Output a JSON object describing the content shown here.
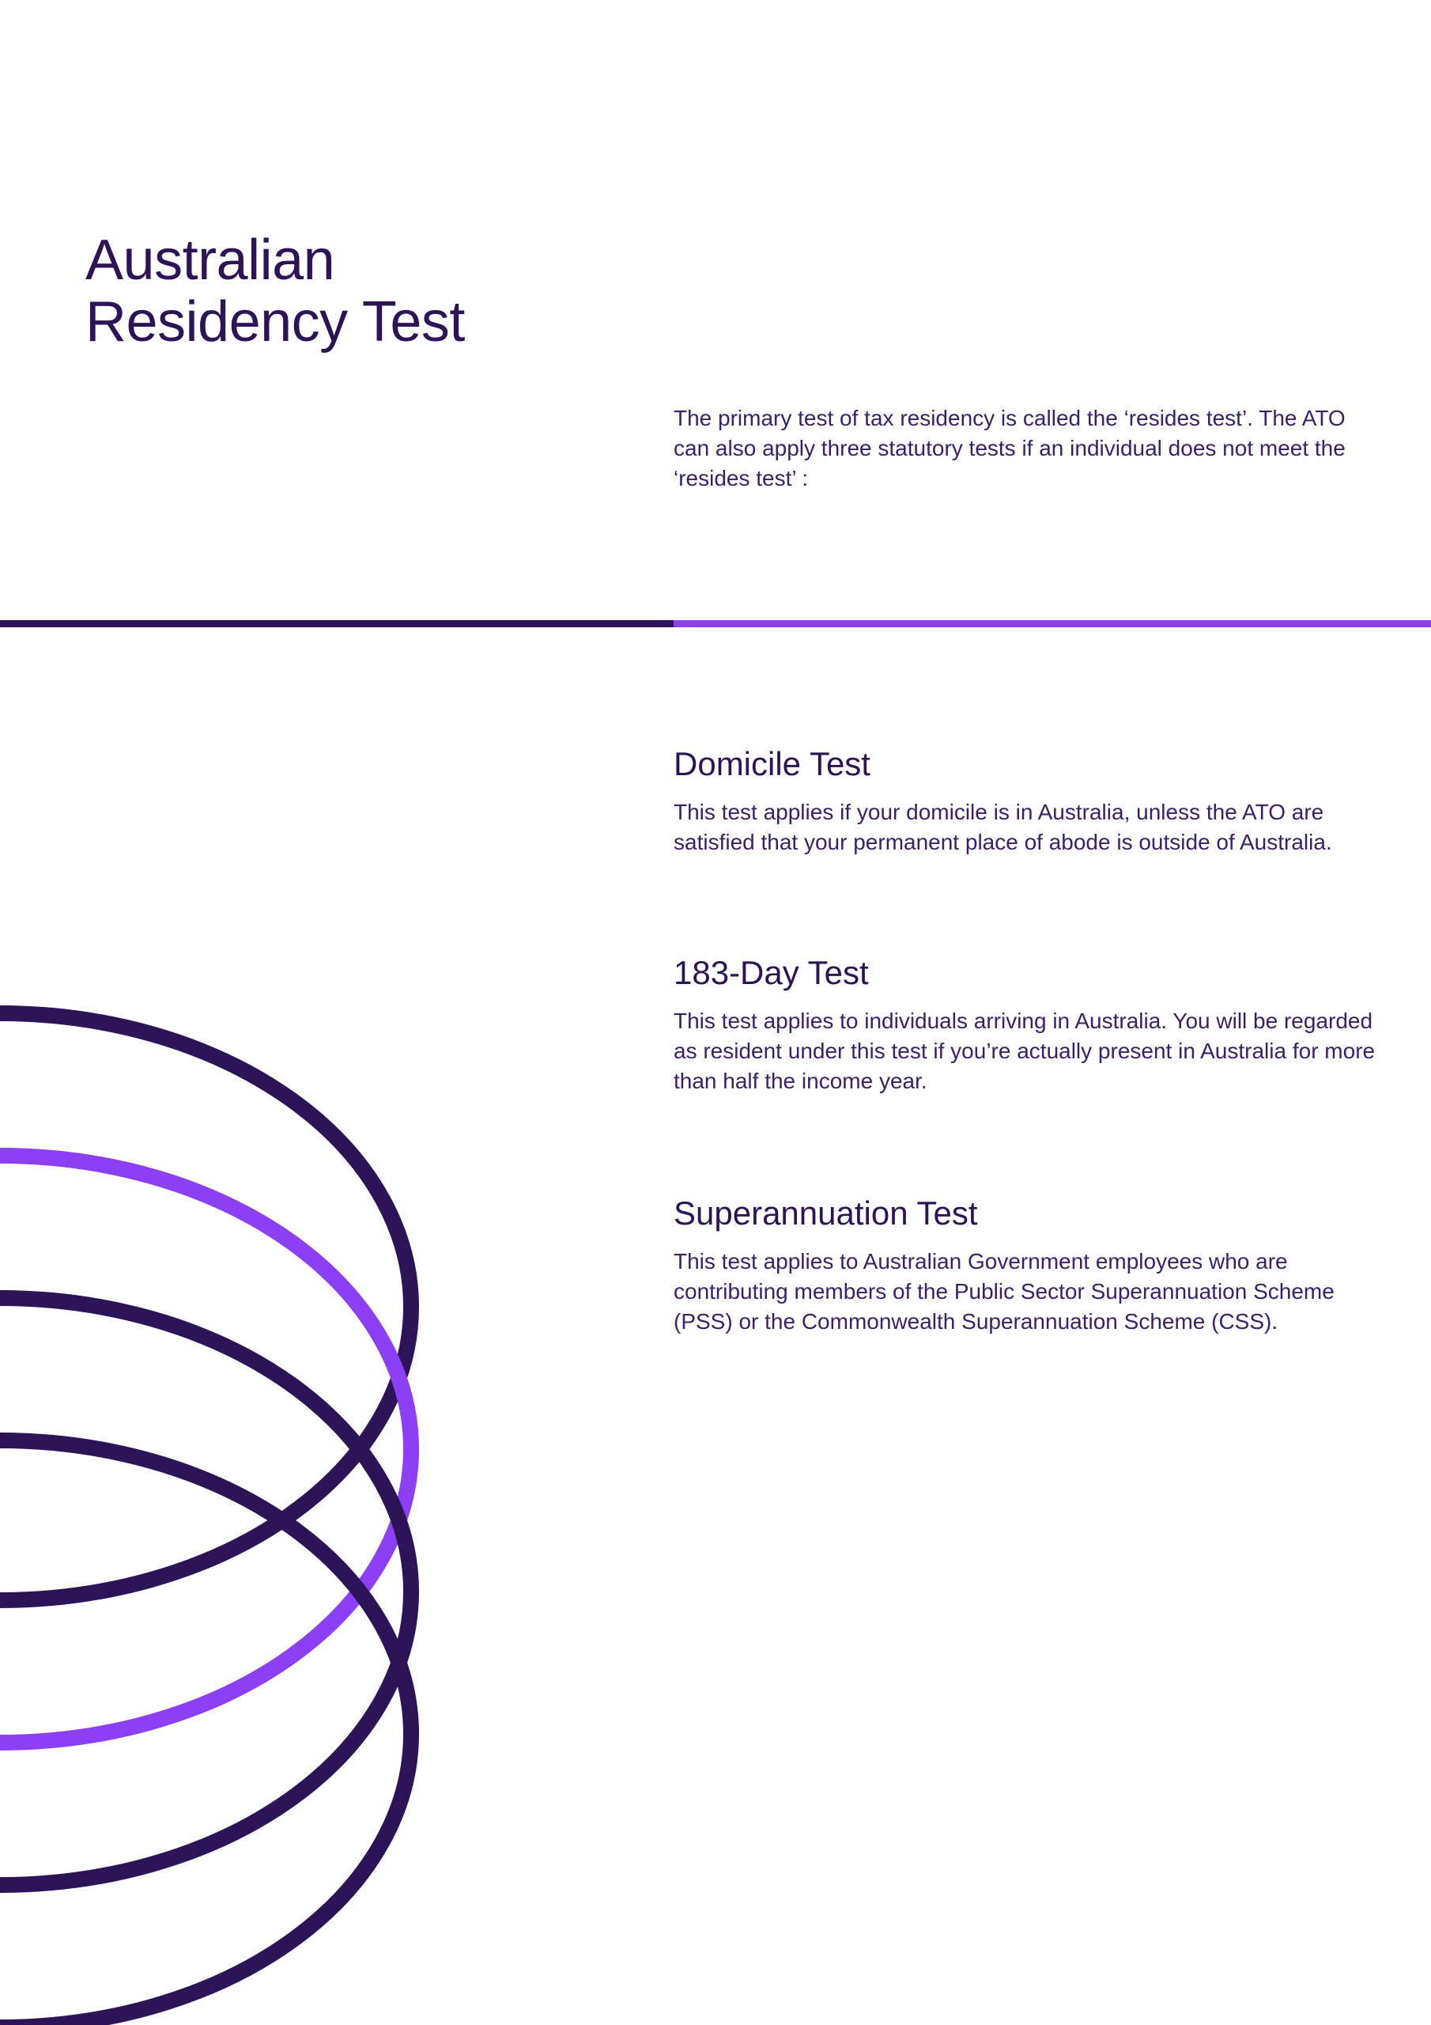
{
  "colors": {
    "dark": "#2d1459",
    "accent": "#8c3ff5"
  },
  "header": {
    "title_line1": "Australian",
    "title_line2": "Residency Test"
  },
  "intro": {
    "text": "The primary test of tax residency is called the ‘resides test’. The ATO can also apply three statutory tests if an individual does not meet the ‘resides test’ :"
  },
  "sections": [
    {
      "heading": "Domicile Test",
      "body": "This test applies if your domicile is in Australia, unless the ATO are satisfied that your permanent place of abode is outside of Australia."
    },
    {
      "heading": "183-Day Test",
      "body": "This test applies to individuals arriving in Australia. You will be regarded as resident under this test if you’re actually present in Australia for more than half the income year."
    },
    {
      "heading": "Superannuation Test",
      "body": "This test applies to Australian Government employees who are contributing members of the Public Sector Superannuation Scheme (PSS) or the Commonwealth Superannuation Scheme (CSS)."
    }
  ]
}
